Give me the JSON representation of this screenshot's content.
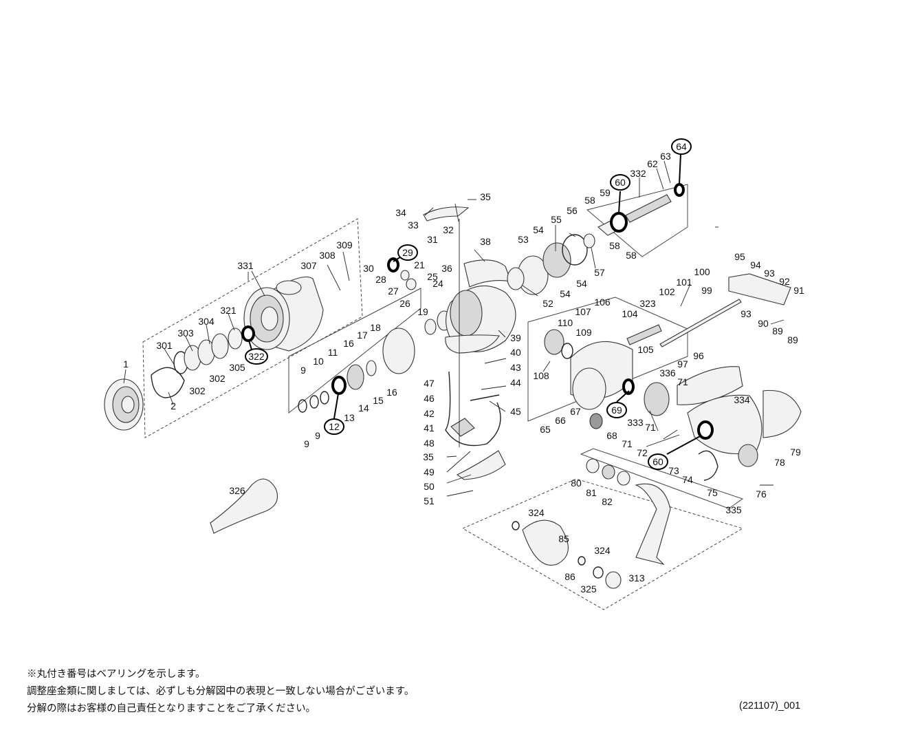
{
  "parts": {
    "assemblies": [
      "331",
      "335"
    ],
    "spool": [
      "1",
      "2",
      "301",
      "302",
      "303",
      "304",
      "305",
      "307",
      "308",
      "309",
      "321",
      "322"
    ],
    "rotor": [
      "9",
      "10",
      "11",
      "12",
      "13",
      "14",
      "15",
      "16",
      "17",
      "18",
      "19",
      "21",
      "24",
      "25",
      "26",
      "27",
      "28",
      "29",
      "30",
      "31",
      "32",
      "33",
      "34",
      "35",
      "36",
      "38",
      "39"
    ],
    "bail": [
      "40",
      "41",
      "42",
      "43",
      "44",
      "45",
      "46",
      "47",
      "48",
      "49",
      "50",
      "51"
    ],
    "pinion": [
      "52",
      "53",
      "54",
      "55",
      "56",
      "57",
      "58",
      "59",
      "60",
      "62",
      "63",
      "64",
      "332"
    ],
    "body": [
      "65",
      "66",
      "67",
      "68",
      "69",
      "71",
      "72",
      "73",
      "74",
      "75",
      "76",
      "78",
      "79",
      "89",
      "90",
      "91",
      "92",
      "93",
      "94",
      "95",
      "96",
      "97",
      "99",
      "100",
      "101",
      "102",
      "104",
      "105",
      "106",
      "107",
      "108",
      "109",
      "110",
      "323",
      "333",
      "334",
      "336"
    ],
    "handle": [
      "80",
      "81",
      "82",
      "85",
      "86",
      "313",
      "324",
      "325",
      "326"
    ]
  },
  "bearings": [
    "322",
    "12",
    "29",
    "60",
    "64",
    "69"
  ],
  "notes": [
    "※丸付き番号はベアリングを示します。",
    "調整座金類に関しましては、必ずしも分解図中の表現と一致しない場合がございます。",
    "分解の際はお客様の自己責任となりますことをご了承ください。"
  ],
  "code": "(221107)_001"
}
